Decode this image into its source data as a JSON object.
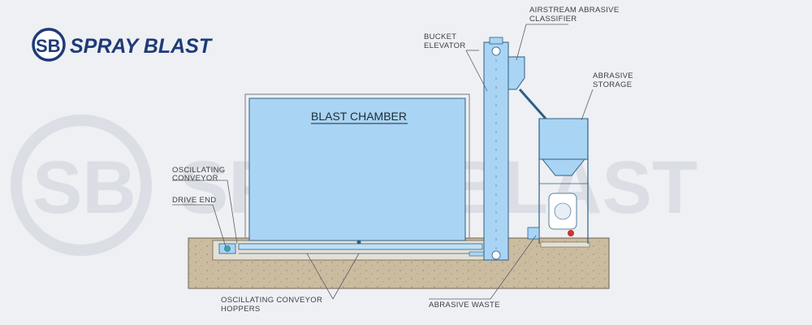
{
  "brand": {
    "monogram": "SB",
    "name": "SPRAY BLAST",
    "watermark_monogram": "SB",
    "watermark_name": "SPRAY BLAST"
  },
  "chamber": {
    "title": "BLAST CHAMBER"
  },
  "labels": {
    "classifier_line1": "AIRSTREAM ABRASIVE",
    "classifier_line2": "CLASSIFIER",
    "elevator_line1": "BUCKET",
    "elevator_line2": "ELEVATOR",
    "storage_line1": "ABRASIVE",
    "storage_line2": "STORAGE",
    "oscillating_line1": "OSCILLATING",
    "oscillating_line2": "CONVEYOR",
    "drive_end": "DRIVE END",
    "hoppers_line1": "OSCILLATING CONVEYOR",
    "hoppers_line2": "HOPPERS",
    "abrasive_waste": "ABRASIVE WASTE"
  },
  "colors": {
    "background": "#eef0f3",
    "equipment_blue": "#a9d4f3",
    "equipment_stroke": "#2d5f86",
    "concrete": "#cbbca0",
    "brand_navy": "#1f3a78",
    "watermark": "#d9dde3"
  }
}
